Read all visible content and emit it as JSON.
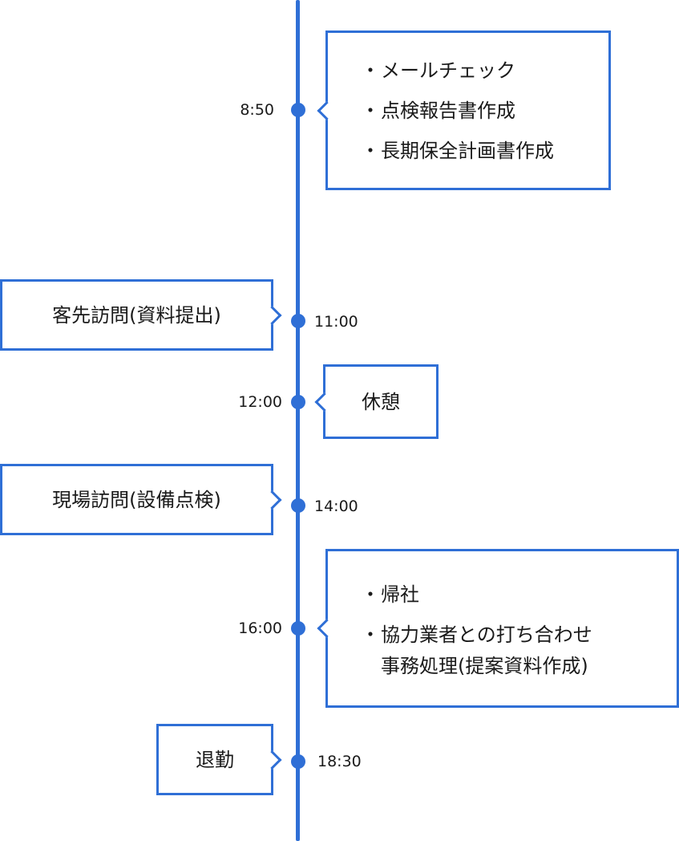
{
  "colors": {
    "accent": "#2f6fd6"
  },
  "events": [
    {
      "time": "8:50",
      "side": "right",
      "items": [
        "メールチェック",
        "点検報告書作成",
        "長期保全計画書作成"
      ]
    },
    {
      "time": "11:00",
      "side": "left",
      "label": "客先訪問(資料提出)"
    },
    {
      "time": "12:00",
      "side": "right",
      "label": "休憩"
    },
    {
      "time": "14:00",
      "side": "left",
      "label": "現場訪問(設備点検)"
    },
    {
      "time": "16:00",
      "side": "right",
      "items": [
        "帰社",
        "協力業者との打ち合わせ"
      ],
      "continuation": "事務処理(提案資料作成)"
    },
    {
      "time": "18:30",
      "side": "left",
      "label": "退勤"
    }
  ],
  "bullet": "・"
}
